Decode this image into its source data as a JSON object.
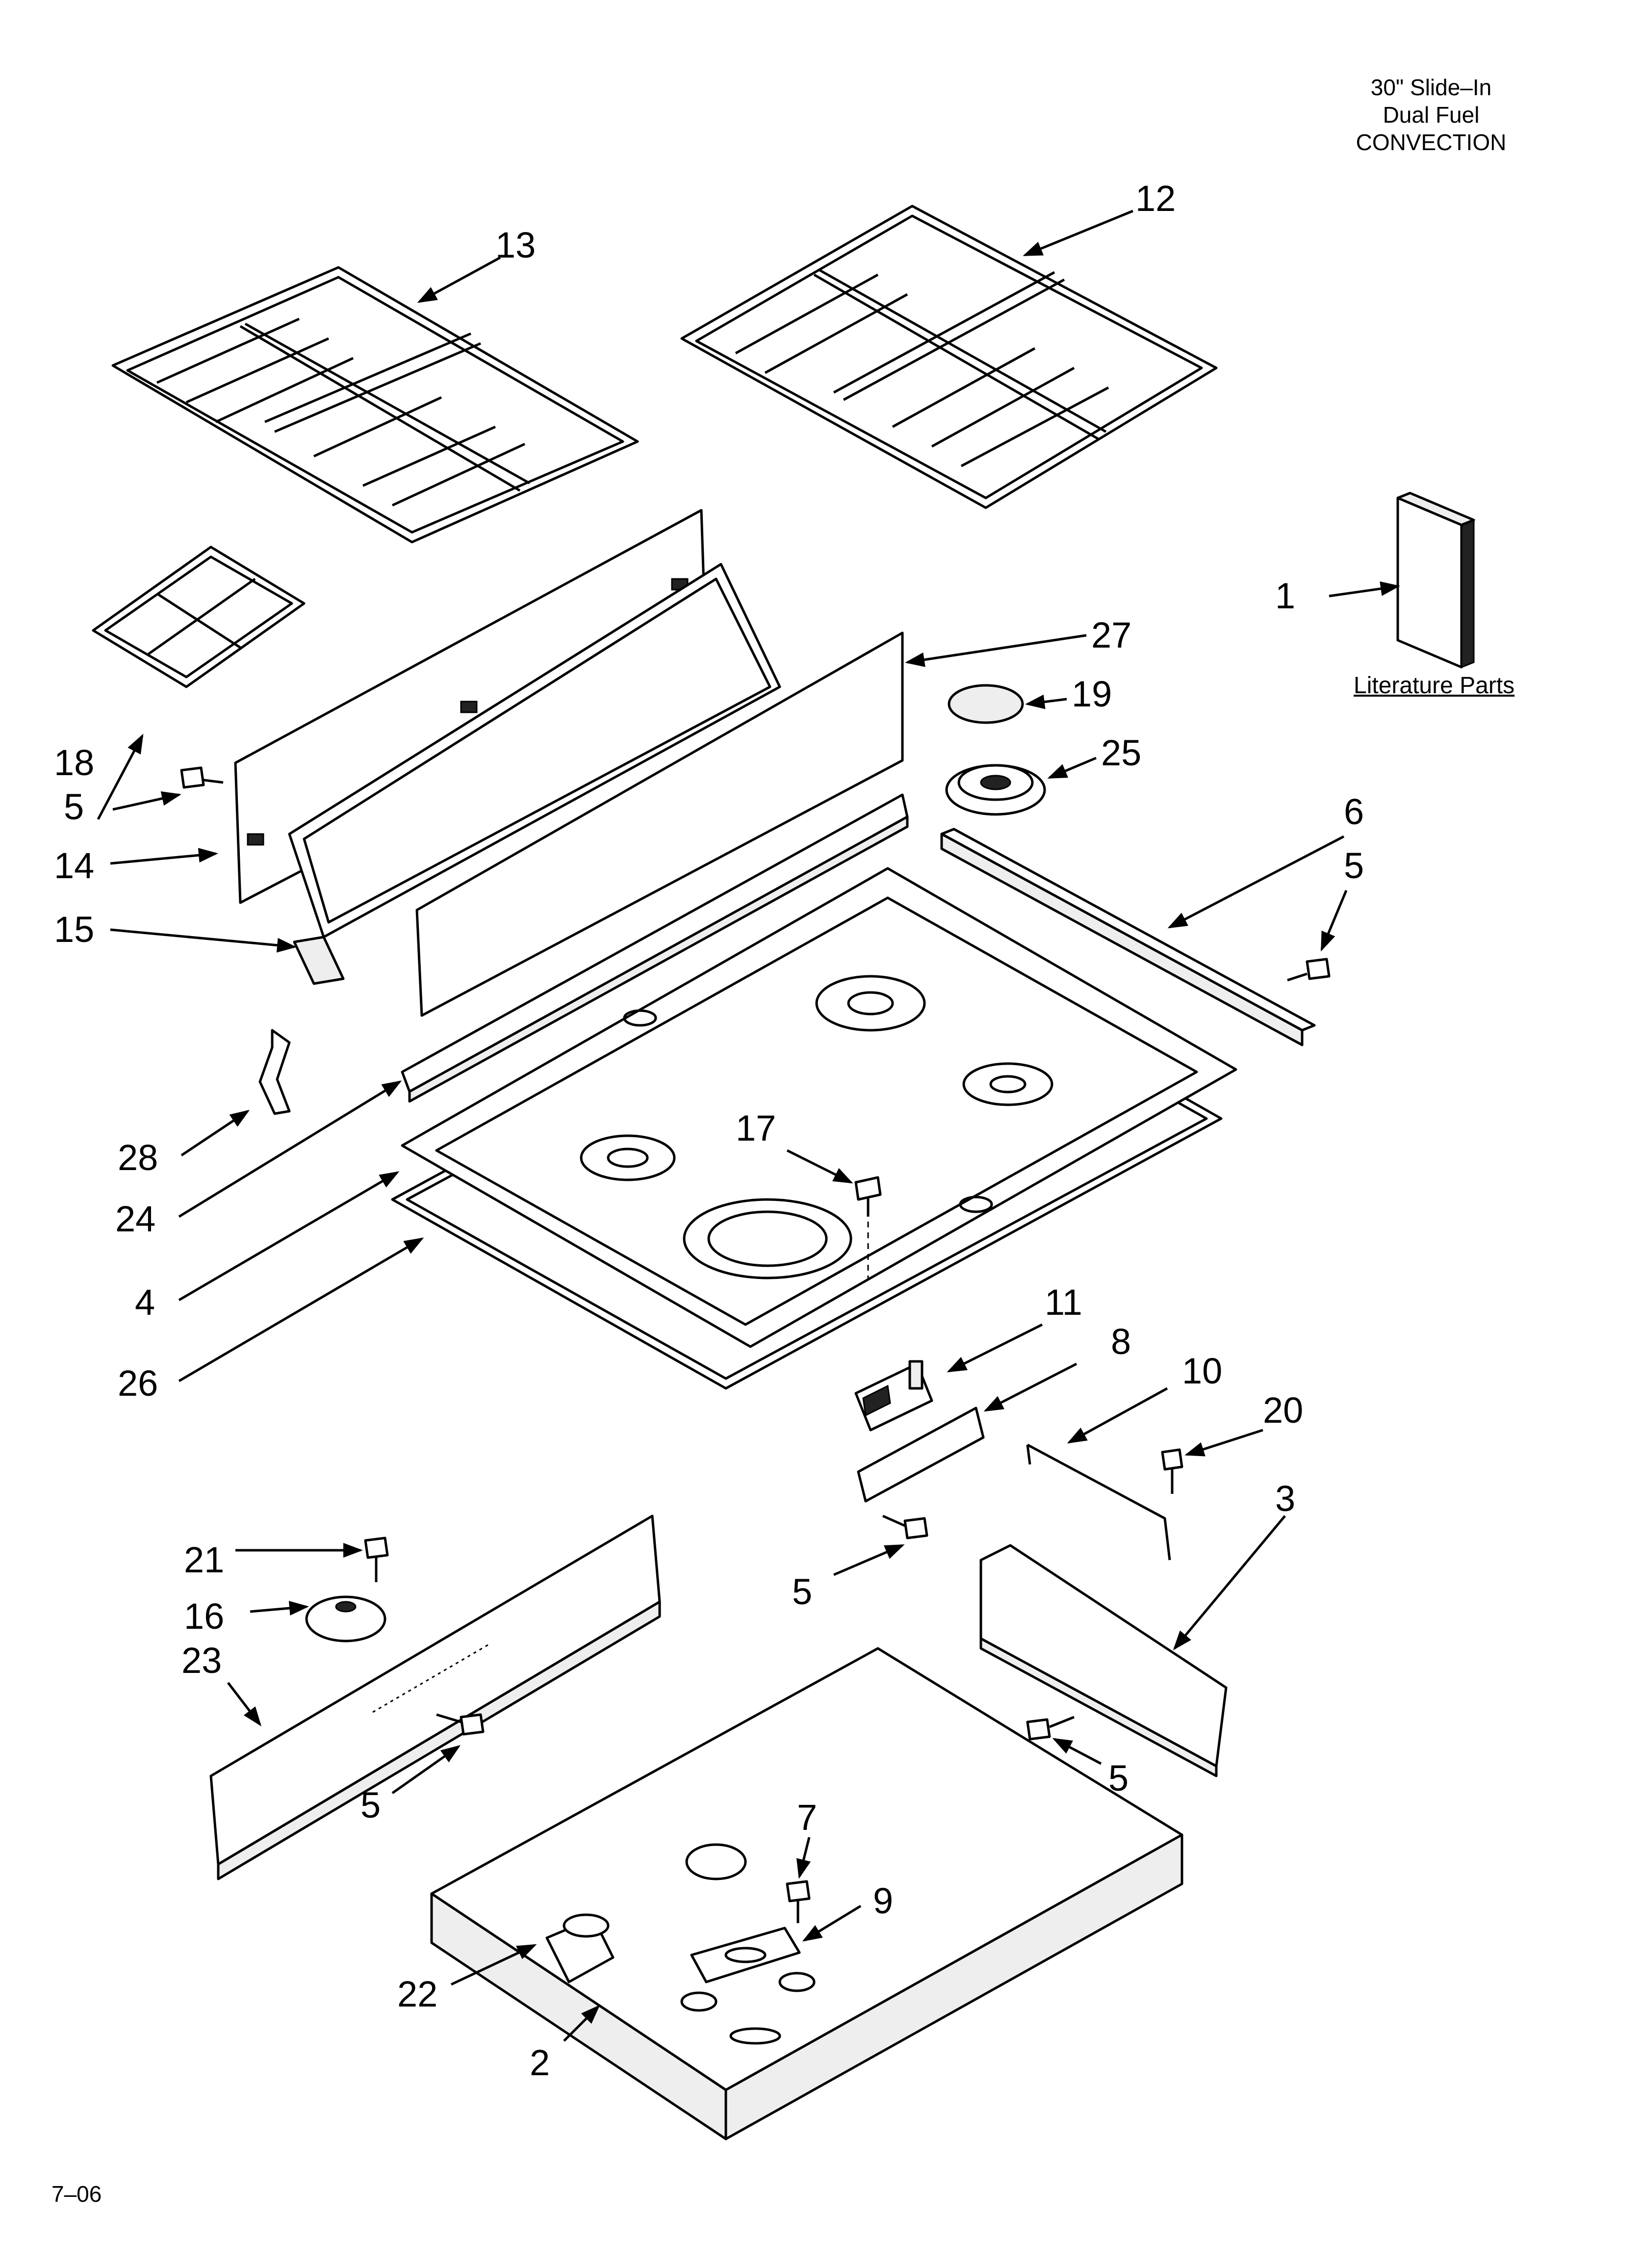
{
  "header": {
    "line1": "30\" Slide–In",
    "line2": "Dual Fuel",
    "line3": "CONVECTION"
  },
  "literature_label": "Literature Parts",
  "footer_code": "7–06",
  "callouts": {
    "c1": "1",
    "c2": "2",
    "c3": "3",
    "c4": "4",
    "c5a": "5",
    "c5b": "5",
    "c5c": "5",
    "c5d": "5",
    "c5e": "5",
    "c6": "6",
    "c7": "7",
    "c8": "8",
    "c9": "9",
    "c10": "10",
    "c11": "11",
    "c12": "12",
    "c13": "13",
    "c14": "14",
    "c15": "15",
    "c16": "16",
    "c17": "17",
    "c18": "18",
    "c19": "19",
    "c20": "20",
    "c21": "21",
    "c22": "22",
    "c23": "23",
    "c24": "24",
    "c25": "25",
    "c26": "26",
    "c27": "27",
    "c28": "28"
  }
}
